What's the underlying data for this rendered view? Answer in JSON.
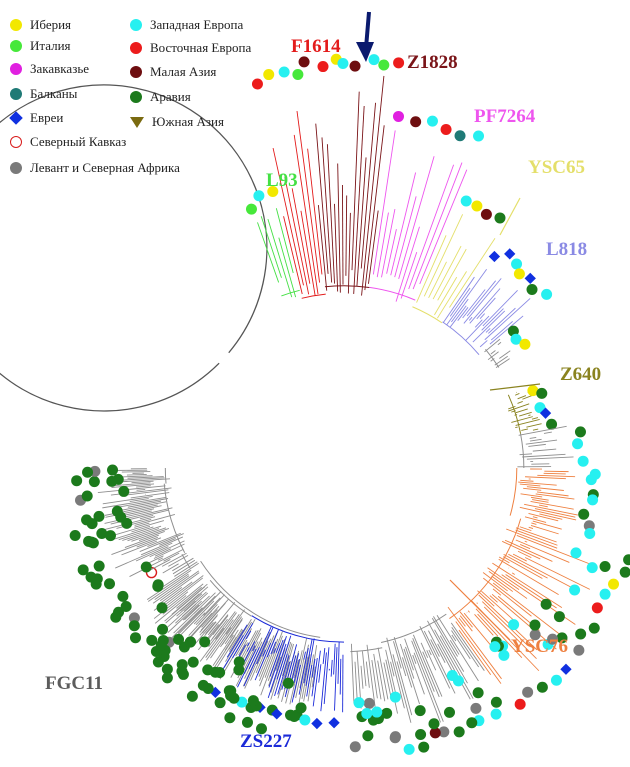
{
  "legend": [
    {
      "label": "Иберия",
      "color": "#f2e800",
      "shape": "dot"
    },
    {
      "label": "Италия",
      "color": "#46e83a",
      "shape": "dot"
    },
    {
      "label": "Закавказье",
      "color": "#e020e0",
      "shape": "dot"
    },
    {
      "label": "Балканы",
      "color": "#1f7a76",
      "shape": "dot"
    },
    {
      "label": "Евреи",
      "color": "#1030e0",
      "shape": "diamond"
    },
    {
      "label": "Северный Кавказ",
      "color": "#d81c1c",
      "shape": "ring"
    },
    {
      "label": "Левант и Северная Африка",
      "color": "#7a7a7a",
      "shape": "dot"
    },
    {
      "label": "Западная Европа",
      "color": "#26f0f0",
      "shape": "dot"
    },
    {
      "label": "Восточная Европа",
      "color": "#ec1c1c",
      "shape": "dot"
    },
    {
      "label": "Малая Азия",
      "color": "#6e0e10",
      "shape": "dot"
    },
    {
      "label": "Аравия",
      "color": "#1c7a1c",
      "shape": "dot"
    },
    {
      "label": "Южная Азия",
      "color": "#7a6a10",
      "shape": "triangle"
    }
  ],
  "clades": {
    "F1614": {
      "label": "F1614",
      "color": "#e31b1b"
    },
    "Z1828": {
      "label": "Z1828",
      "color": "#7a1418"
    },
    "PF7264": {
      "label": "PF7264",
      "color": "#ee55ee"
    },
    "YSC65": {
      "label": "YSC65",
      "color": "#e4df6a"
    },
    "L93": {
      "label": "L93",
      "color": "#44e044"
    },
    "L818": {
      "label": "L818",
      "color": "#8a8ae4"
    },
    "Z640": {
      "label": "Z640",
      "color": "#8a8320"
    },
    "YSC76": {
      "label": "YSC76",
      "color": "#ee8040"
    },
    "FGC11": {
      "label": "FGC11",
      "color": "#5c5c5c"
    },
    "ZS227": {
      "label": "ZS227",
      "color": "#1b2ad8"
    }
  },
  "colors": {
    "arrow": "#0a1a6e",
    "branch_gray": "#8e8e8e",
    "branch_dark": "#555555"
  }
}
